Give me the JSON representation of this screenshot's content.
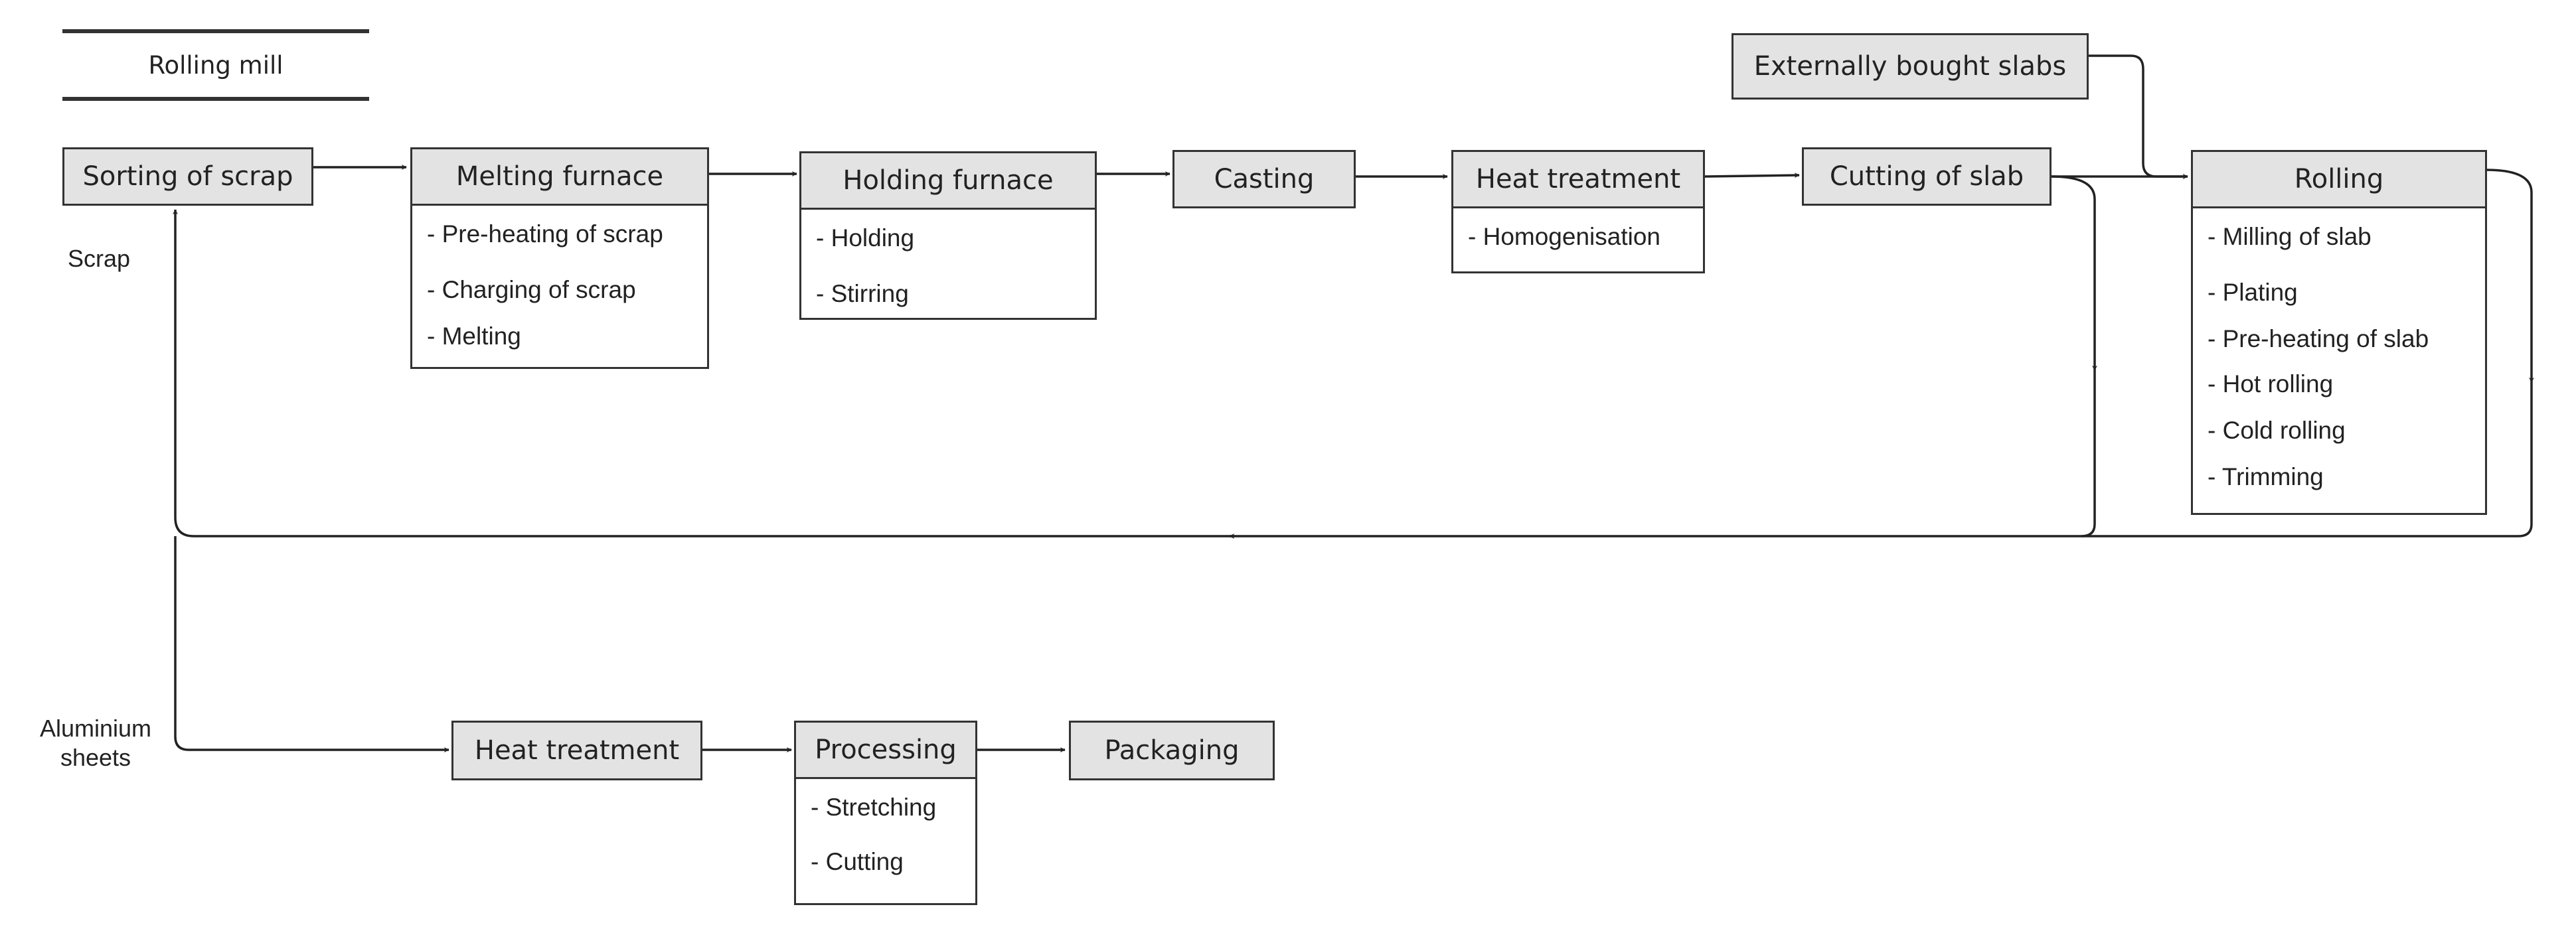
{
  "diagram": {
    "title": "Rolling mill",
    "nodes": {
      "sorting": {
        "label": "Sorting of scrap",
        "items": []
      },
      "melting": {
        "label": "Melting furnace",
        "items": [
          "- Pre-heating of scrap",
          "- Charging of scrap",
          "- Melting"
        ]
      },
      "holding": {
        "label": "Holding furnace",
        "items": [
          "- Holding",
          "- Stirring"
        ]
      },
      "casting": {
        "label": "Casting",
        "items": []
      },
      "heat1": {
        "label": "Heat treatment",
        "items": [
          "- Homogenisation"
        ]
      },
      "cutting": {
        "label": "Cutting of slab",
        "items": []
      },
      "external": {
        "label": "Externally bought slabs",
        "items": []
      },
      "rolling": {
        "label": "Rolling",
        "items": [
          "- Milling of slab",
          "- Plating",
          "- Pre-heating of slab",
          "- Hot rolling",
          "- Cold rolling",
          "- Trimming"
        ]
      },
      "heat2": {
        "label": "Heat treatment",
        "items": []
      },
      "processing": {
        "label": "Processing",
        "items": [
          "- Stretching",
          "- Cutting"
        ]
      },
      "packaging": {
        "label": "Packaging",
        "items": []
      }
    },
    "edge_labels": {
      "scrap": "Scrap",
      "aluminium_sheets": [
        "Aluminium",
        "sheets"
      ]
    }
  }
}
